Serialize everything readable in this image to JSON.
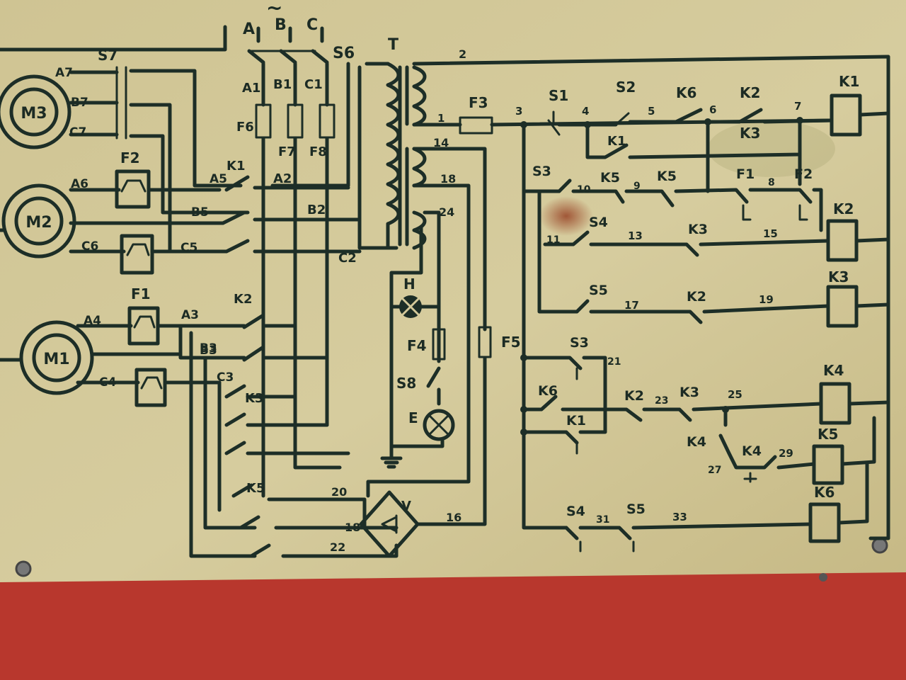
{
  "supply": {
    "phases": [
      "A",
      "B",
      "C"
    ],
    "tilde": "~",
    "main_switch": "S6"
  },
  "motors": [
    {
      "label": "M3",
      "terms": [
        "A7",
        "B7",
        "C7"
      ]
    },
    {
      "label": "M2",
      "terms": [
        "A6",
        "B5",
        "C6"
      ]
    },
    {
      "label": "M1",
      "terms": [
        "A4",
        "B3",
        "C4"
      ]
    }
  ],
  "power_labels": {
    "s7": "S7",
    "a1": "A1",
    "b1": "B1",
    "c1": "C1",
    "f6": "F6",
    "f7": "F7",
    "f8": "F8",
    "a2": "A2",
    "b2": "B2",
    "c2": "C2",
    "a3": "A3",
    "b3": "B3",
    "c3": "C3",
    "a5": "A5",
    "b5": "B5",
    "c5": "C5",
    "k1": "K1",
    "k2": "K2",
    "k3": "K3",
    "k5": "K5",
    "f1": "F1",
    "f2": "F2"
  },
  "transformer": {
    "label": "T",
    "taps": [
      "14",
      "18",
      "24"
    ]
  },
  "aux": {
    "h": "H",
    "f4": "F4",
    "s8": "S8",
    "e": "E",
    "f5": "F5",
    "v": "V",
    "n16": "16",
    "n18": "18",
    "n20": "20",
    "n22": "22"
  },
  "control": {
    "n1": "1",
    "n2": "2",
    "n3": "3",
    "n4": "4",
    "n5": "5",
    "n6": "6",
    "n7": "7",
    "n8": "8",
    "n9": "9",
    "n10": "10",
    "n11": "11",
    "n13": "13",
    "n15": "15",
    "n17": "17",
    "n19": "19",
    "n21": "21",
    "n23": "23",
    "n25": "25",
    "n27": "27",
    "n29": "29",
    "n31": "31",
    "n33": "33",
    "f3": "F3",
    "s1": "S1",
    "s2": "S2",
    "k6_a": "K6",
    "k2_a": "K2",
    "k1_coil": "K1",
    "k1_b": "K1",
    "k3_a": "K3",
    "s3_a": "S3",
    "k5_a": "K5",
    "k5_b": "K5",
    "f1_b": "F1",
    "f2_b": "F2",
    "s4_a": "S4",
    "k3_b": "K3",
    "k2_coil": "K2",
    "s5_a": "S5",
    "k2_b": "K2",
    "k3_coil": "K3",
    "s3_b": "S3",
    "k6_b": "K6",
    "k1_c": "K1",
    "k2_c": "K2",
    "k3_c": "K3",
    "k4_coil": "K4",
    "k4_a": "K4",
    "k4_b": "K4",
    "k5_coil": "K5",
    "s4_b": "S4",
    "s5_b": "S5",
    "k6_coil": "K6"
  },
  "colors": {
    "panel": "#d4c99a",
    "ink": "#1d2e27",
    "background": "#b8372d"
  }
}
